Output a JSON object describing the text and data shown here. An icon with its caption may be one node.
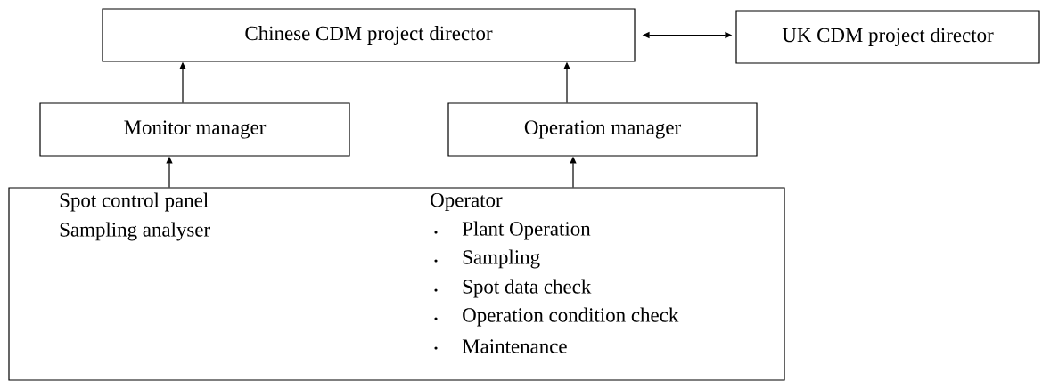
{
  "diagram": {
    "nodes": [
      {
        "text": [
          "Chinese CDM project director"
        ]
      },
      {
        "text": [
          "UK CDM project director"
        ]
      },
      {
        "text": [
          "Monitor manager"
        ]
      },
      {
        "text": [
          "Operation manager"
        ]
      },
      {
        "text": [
          "Spot control panel",
          "Sampling analyser",
          "Operator",
          "Plant Operation",
          "Sampling",
          "Spot data check",
          "Operation condition check",
          "Maintenance"
        ]
      }
    ],
    "edges": [
      {
        "from": 0,
        "to": 1,
        "arrow": "both"
      },
      {
        "from": 2,
        "to": 0,
        "arrow": "to"
      },
      {
        "from": 3,
        "to": 0,
        "arrow": "to"
      },
      {
        "from": 4,
        "to": 2,
        "arrow": "to"
      },
      {
        "from": 4,
        "to": 3,
        "arrow": "to"
      }
    ]
  }
}
